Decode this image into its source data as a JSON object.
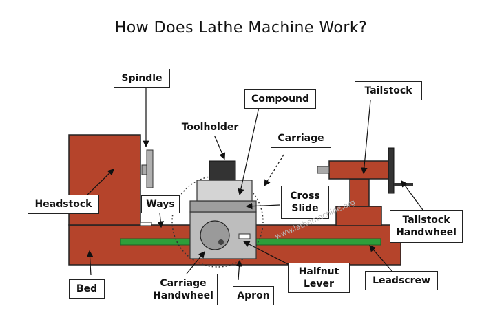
{
  "title": "How Does Lathe Machine Work?",
  "labels": {
    "spindle": "Spindle",
    "compound": "Compound",
    "tailstock": "Tailstock",
    "toolholder": "Toolholder",
    "carriage": "Carriage",
    "cross_slide": "Cross\nSlide",
    "headstock": "Headstock",
    "ways": "Ways",
    "tailstock_handwheel": "Tailstock\nHandwheel",
    "halfnut_lever": "Halfnut\nLever",
    "leadscrew": "Leadscrew",
    "bed": "Bed",
    "carriage_handwheel": "Carriage\nHandwheel",
    "apron": "Apron"
  },
  "watermark": "www.lathemachine.org",
  "colors": {
    "body": "#b5442b",
    "leadscrew": "#2e9e3a",
    "carriage_gray": "#bdbdbd",
    "dark": "#222222"
  }
}
